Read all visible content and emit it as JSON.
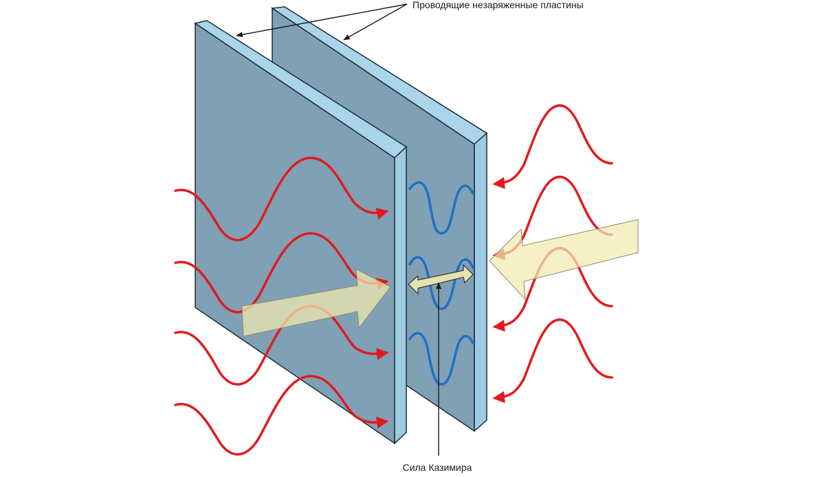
{
  "diagram": {
    "plates_label": "Проводящие незаряженные пластины",
    "force_label": "Сила Казимира",
    "colors": {
      "plate_face": "#7fa0b5",
      "plate_edge": "#9dcbe3",
      "outline": "#1c2a33",
      "external_wave": "#e3191d",
      "internal_wave": "#1f6fc4",
      "push_arrow": "#f3eab0",
      "force_arrow": "#e2e3b0"
    },
    "icons": [
      "plate",
      "wave-arrow",
      "push-arrow",
      "double-arrow"
    ]
  }
}
